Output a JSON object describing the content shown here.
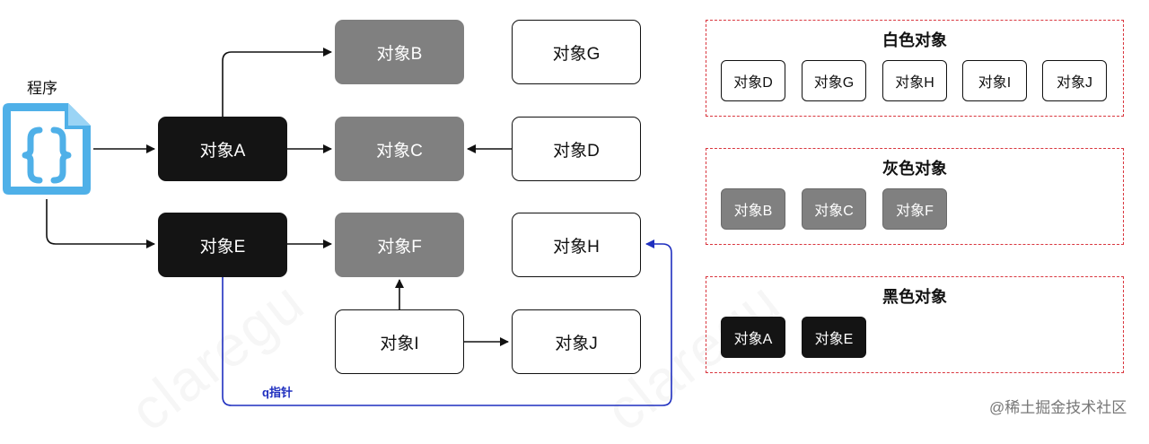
{
  "program": {
    "label": "程序",
    "icon": "code-file-icon",
    "icon_color": "#4fb0e8"
  },
  "nodes": {
    "A": {
      "label": "对象A",
      "color": "black"
    },
    "B": {
      "label": "对象B",
      "color": "gray"
    },
    "C": {
      "label": "对象C",
      "color": "gray"
    },
    "D": {
      "label": "对象D",
      "color": "white"
    },
    "E": {
      "label": "对象E",
      "color": "black"
    },
    "F": {
      "label": "对象F",
      "color": "gray"
    },
    "G": {
      "label": "对象G",
      "color": "white"
    },
    "H": {
      "label": "对象H",
      "color": "white"
    },
    "I": {
      "label": "对象I",
      "color": "white"
    },
    "J": {
      "label": "对象J",
      "color": "white"
    }
  },
  "edges": [
    {
      "from": "程序",
      "to": "对象A"
    },
    {
      "from": "程序",
      "to": "对象E"
    },
    {
      "from": "对象A",
      "to": "对象B"
    },
    {
      "from": "对象A",
      "to": "对象C"
    },
    {
      "from": "对象D",
      "to": "对象C"
    },
    {
      "from": "对象E",
      "to": "对象F"
    },
    {
      "from": "对象I",
      "to": "对象F"
    },
    {
      "from": "对象I",
      "to": "对象J"
    },
    {
      "from": "对象E",
      "to": "对象H",
      "label": "q指针",
      "color": "#1f2fbf"
    }
  ],
  "q_pointer_label": "q指针",
  "panels": {
    "white": {
      "title": "白色对象",
      "items": [
        "对象D",
        "对象G",
        "对象H",
        "对象I",
        "对象J"
      ]
    },
    "gray": {
      "title": "灰色对象",
      "items": [
        "对象B",
        "对象C",
        "对象F"
      ]
    },
    "black": {
      "title": "黑色对象",
      "items": [
        "对象A",
        "对象E"
      ]
    }
  },
  "colors": {
    "black": "#141414",
    "gray": "#808080",
    "white": "#ffffff",
    "panel_border": "#d9363e",
    "pointer": "#1f2fbf"
  },
  "watermark": "@稀土掘金技术社区"
}
